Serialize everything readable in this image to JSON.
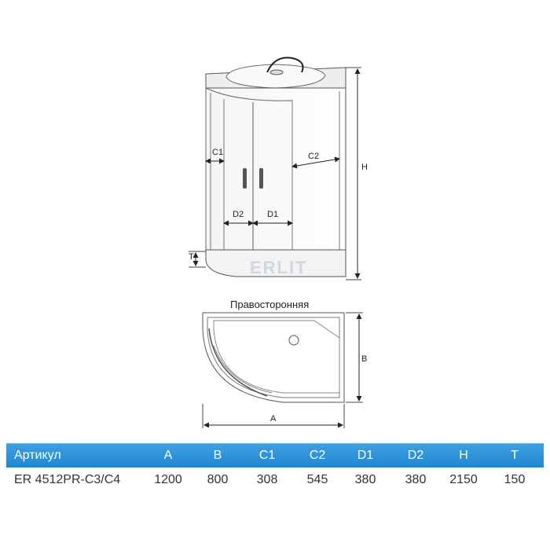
{
  "diagram": {
    "labels": {
      "c1": "C1",
      "c2": "C2",
      "d1": "D1",
      "d2": "D2",
      "h": "H",
      "t": "T",
      "a": "A",
      "b": "B"
    },
    "watermark": "ERLIT",
    "plan_caption": "Правосторонняя"
  },
  "spec_table": {
    "headers": [
      "Артикул",
      "A",
      "B",
      "C1",
      "C2",
      "D1",
      "D2",
      "H",
      "T"
    ],
    "rows": [
      [
        "ER 4512PR-C3/C4",
        "1200",
        "800",
        "308",
        "545",
        "380",
        "380",
        "2150",
        "150"
      ]
    ],
    "header_color": "#2a8fd8"
  }
}
